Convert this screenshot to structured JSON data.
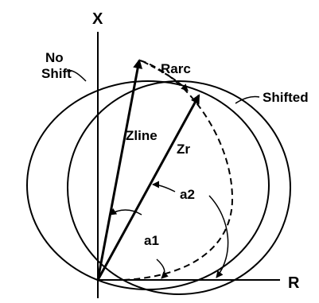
{
  "labels": {
    "x_axis": "X",
    "r_axis": "R",
    "no_shift_line1": "No",
    "no_shift_line2": "Shift",
    "shifted": "Shifted",
    "rarc": "Rarc",
    "zline": "Zline",
    "zr": "Zr",
    "a1": "a1",
    "a2": "a2"
  },
  "colors": {
    "ink": "#000000",
    "background": "#ffffff"
  }
}
